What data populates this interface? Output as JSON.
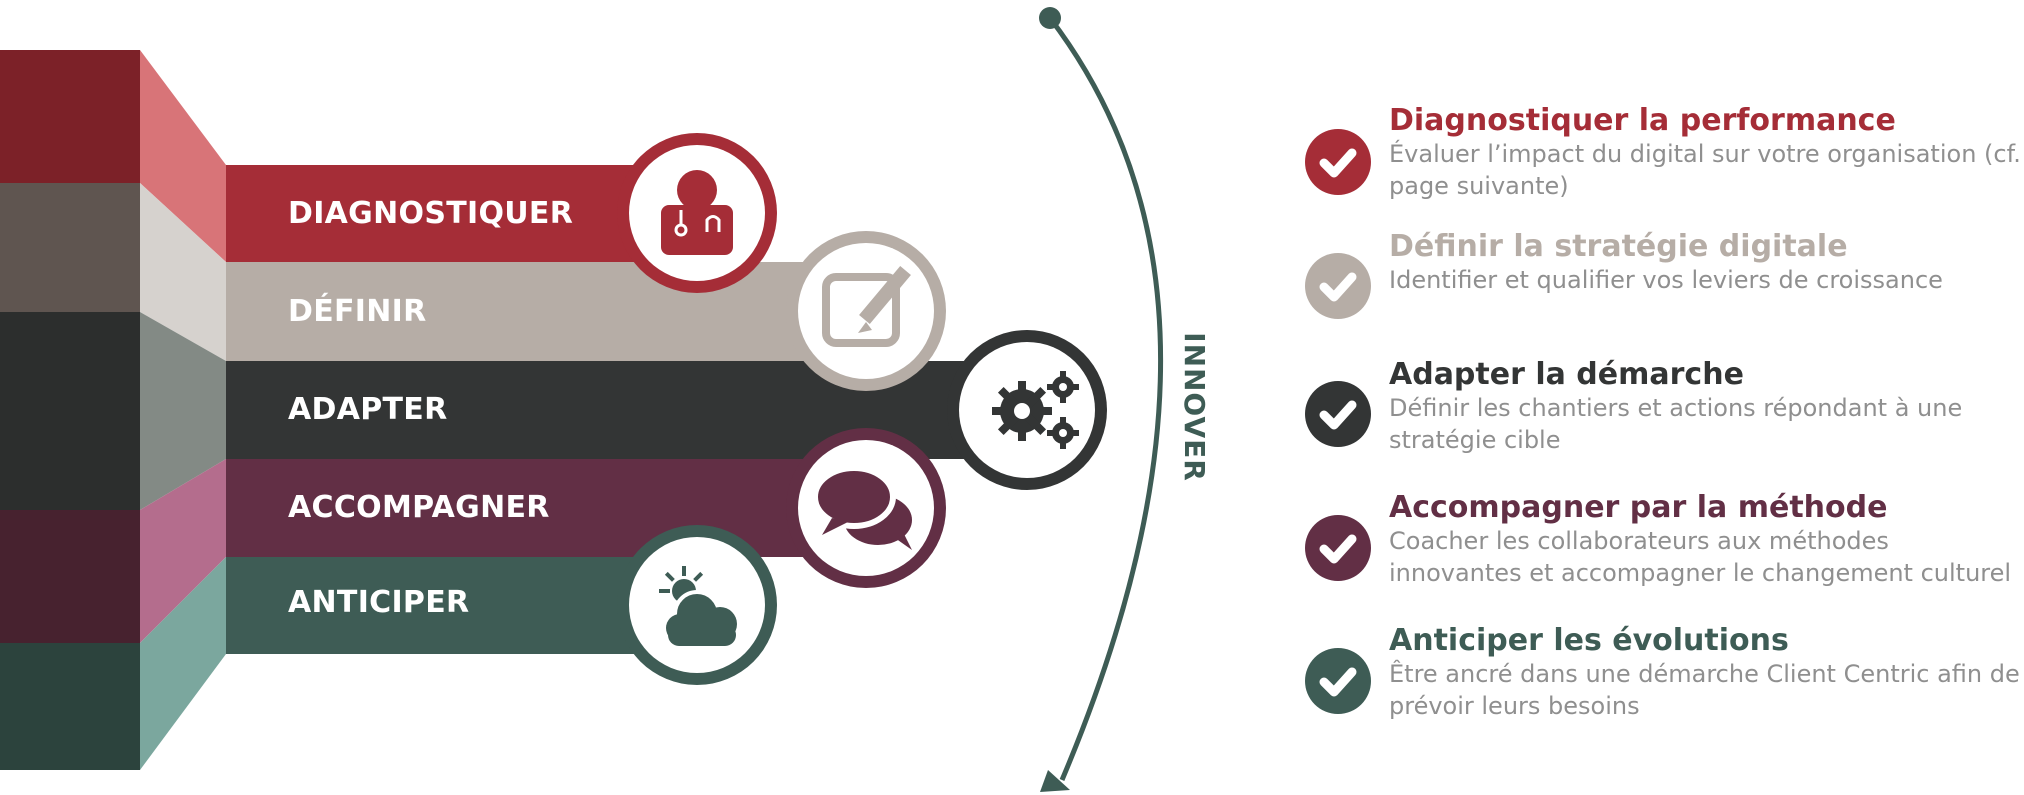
{
  "cycle_label": "INNOVER",
  "colors": {
    "red": "#a52d37",
    "beige": "#b6ada6",
    "dark": "#333535",
    "plum": "#622f45",
    "green": "#3e5c55",
    "grey_text": "#8f8f8f"
  },
  "steps": [
    {
      "label": "DIAGNOSTIQUER",
      "icon": "doctor-icon",
      "color": "#a52d37"
    },
    {
      "label": "DÉFINIR",
      "icon": "edit-note-icon",
      "color": "#b6ada6"
    },
    {
      "label": "ADAPTER",
      "icon": "gears-icon",
      "color": "#333535"
    },
    {
      "label": "ACCOMPAGNER",
      "icon": "speech-bubbles-icon",
      "color": "#622f45"
    },
    {
      "label": "ANTICIPER",
      "icon": "weather-cloud-sun-icon",
      "color": "#3e5c55"
    }
  ],
  "items": [
    {
      "title": "Diagnostiquer la performance",
      "desc": "Évaluer l’impact du digital sur votre organisation (cf. page suivante)",
      "color": "#a52d37",
      "icon": "check-icon"
    },
    {
      "title": "Définir la stratégie digitale",
      "desc": "Identifier et qualifier vos leviers de croissance",
      "color": "#b6ada6",
      "icon": "check-icon"
    },
    {
      "title": "Adapter la démarche",
      "desc": "Définir les chantiers et actions répondant à une stratégie cible",
      "color": "#333535",
      "icon": "check-icon"
    },
    {
      "title": "Accompagner par la méthode",
      "desc": "Coacher les collaborateurs aux méthodes innovantes et accompagner le changement culturel",
      "color": "#622f45",
      "icon": "check-icon"
    },
    {
      "title": "Anticiper les évolutions",
      "desc": "Être ancré dans une démarche Client Centric afin de prévoir leurs besoins",
      "color": "#3e5c55",
      "icon": "check-icon"
    }
  ]
}
